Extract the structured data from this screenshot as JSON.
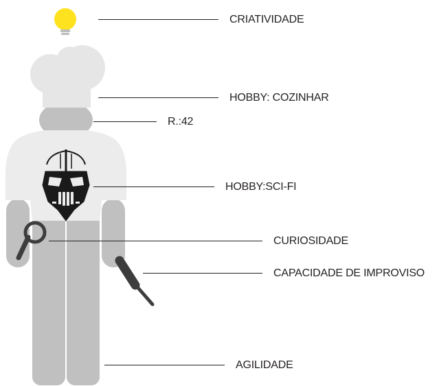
{
  "colors": {
    "bulb": "#ffe21f",
    "bulb_base": "#bdbdbd",
    "chef_hat": "#e6e6e6",
    "body": "#c0c0c0",
    "shirt": "#ececec",
    "mask": "#1a1a1a",
    "tool": "#3d3d3d",
    "leader_line": "#231f20",
    "text": "#231f20"
  },
  "icons": [
    "lightbulb-icon",
    "chef-hat-icon",
    "helmet-mask-icon",
    "magnifying-glass-icon",
    "screwdriver-icon"
  ],
  "annotations": [
    {
      "id": "criatividade",
      "label": "CRIATIVIDADE"
    },
    {
      "id": "hobby-cozinhar",
      "label": "HOBBY: COZINHAR"
    },
    {
      "id": "age",
      "label": "R.:42"
    },
    {
      "id": "hobby-scifi",
      "label": "HOBBY:SCI-FI"
    },
    {
      "id": "curiosidade",
      "label": "CURIOSIDADE"
    },
    {
      "id": "improviso",
      "label": "CAPACIDADE DE IMPROVISO"
    },
    {
      "id": "agilidade",
      "label": "AGILIDADE"
    }
  ]
}
